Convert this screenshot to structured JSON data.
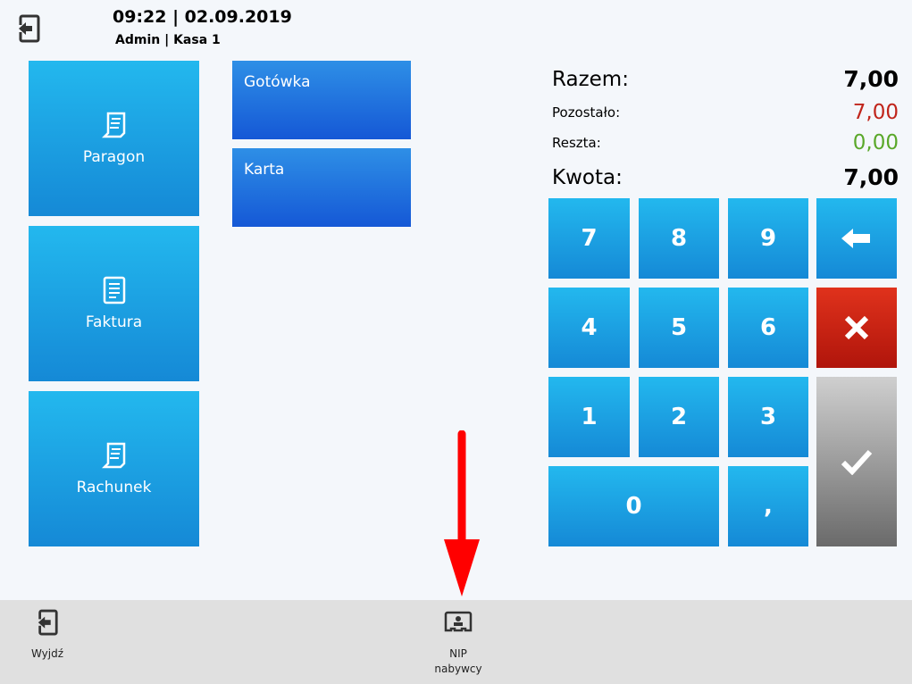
{
  "header": {
    "datetime": "09:22 | 02.09.2019",
    "user": "Admin | Kasa 1"
  },
  "documents": [
    {
      "label": "Paragon",
      "icon": "receipt-icon"
    },
    {
      "label": "Faktura",
      "icon": "invoice-icon"
    },
    {
      "label": "Rachunek",
      "icon": "receipt-icon"
    }
  ],
  "payments": [
    {
      "label": "Gotówka"
    },
    {
      "label": "Karta"
    }
  ],
  "summary": {
    "total_label": "Razem:",
    "total": "7,00",
    "remaining_label": "Pozostało:",
    "remaining": "7,00",
    "change_label": "Reszta:",
    "change": "0,00",
    "amount_label": "Kwota:",
    "amount": "7,00"
  },
  "keypad": {
    "k7": "7",
    "k8": "8",
    "k9": "9",
    "k4": "4",
    "k5": "5",
    "k6": "6",
    "k1": "1",
    "k2": "2",
    "k3": "3",
    "k0": "0",
    "comma": ","
  },
  "bottom": {
    "exit": "Wyjdź",
    "nip_line1": "NIP",
    "nip_line2": "nabywcy"
  },
  "colors": {
    "remaining": "#c0251b",
    "change": "#5aa82a",
    "accent": "#1ea4e6",
    "cancel": "#c8200f"
  }
}
